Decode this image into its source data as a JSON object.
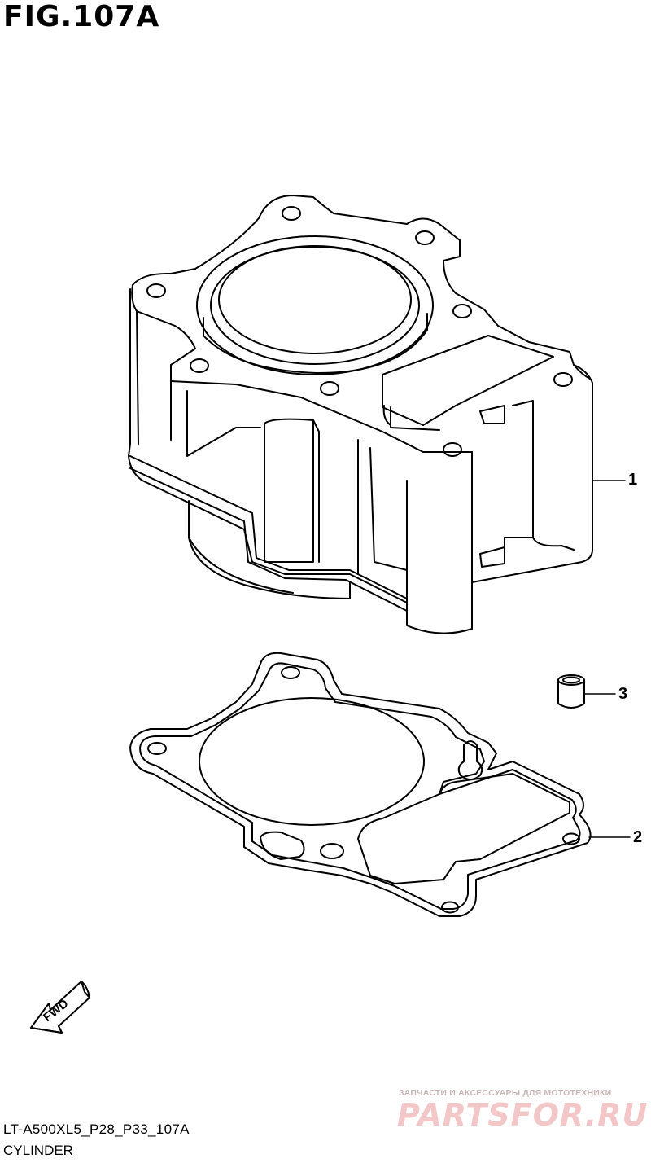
{
  "figure": {
    "title": "FIG.107A"
  },
  "callouts": [
    {
      "number": "1"
    },
    {
      "number": "3"
    },
    {
      "number": "2"
    }
  ],
  "direction_arrow": {
    "label": "FWD",
    "icon": "fwd-arrow-icon"
  },
  "footer": {
    "code": "LT-A500XL5_P28_P33_107A",
    "name": "CYLINDER"
  },
  "watermark": {
    "tagline": "ЗАПЧАСТИ И АКСЕССУАРЫ ДЛЯ МОТОТЕХНИКИ",
    "logo": "PARTSFOR.RU",
    "color": "#f3c7c7"
  }
}
